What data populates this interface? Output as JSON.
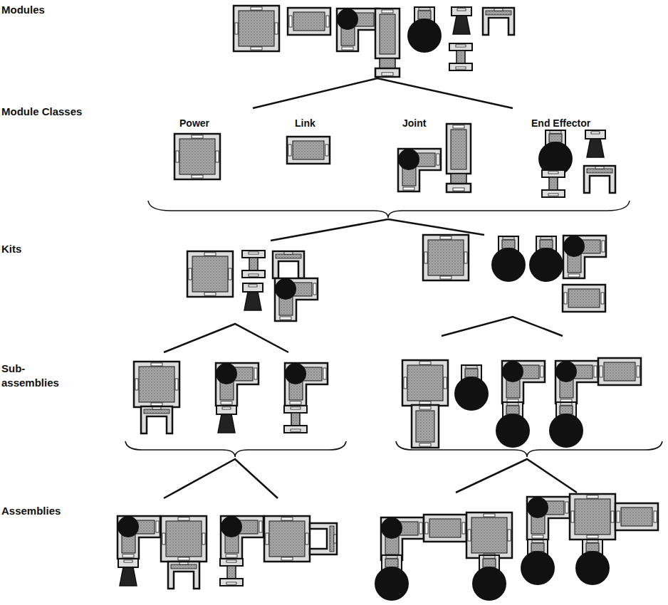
{
  "diagram": {
    "labels": [
      "Modules",
      "Module Classes",
      "Power",
      "Link",
      "Joint",
      "End Effector",
      "Kits",
      "Sub- assemblies",
      "Assemblies"
    ]
  }
}
